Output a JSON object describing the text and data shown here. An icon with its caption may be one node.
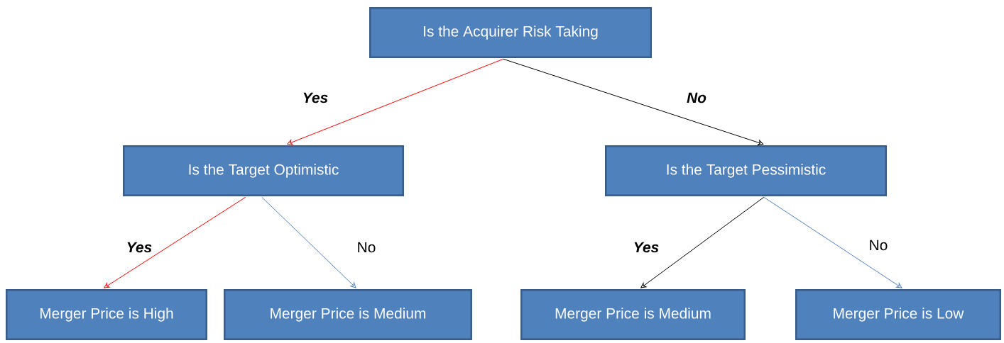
{
  "diagram": {
    "nodes": [
      {
        "text": [
          "Is the Acquirer Risk Taking"
        ]
      },
      {
        "text": [
          "Is the Target Optimistic"
        ]
      },
      {
        "text": [
          "Is the Target Pessimistic"
        ]
      },
      {
        "text": [
          "Merger Price is High"
        ]
      },
      {
        "text": [
          "Merger Price is Medium"
        ]
      },
      {
        "text": [
          "Merger Price is Medium"
        ]
      },
      {
        "text": [
          "Merger Price is Low"
        ]
      }
    ],
    "edges": [
      {
        "from": 0,
        "to": 1,
        "arrow": "to",
        "label": "Yes",
        "color": "#ff0000"
      },
      {
        "from": 0,
        "to": 2,
        "arrow": "to",
        "label": "No",
        "color": "#000000"
      },
      {
        "from": 1,
        "to": 3,
        "arrow": "to",
        "label": "Yes",
        "color": "#ff0000"
      },
      {
        "from": 1,
        "to": 4,
        "arrow": "to",
        "label": "No",
        "color": "#4f81bd"
      },
      {
        "from": 2,
        "to": 5,
        "arrow": "to",
        "label": "Yes",
        "color": "#000000"
      },
      {
        "from": 2,
        "to": 6,
        "arrow": "to",
        "label": "No",
        "color": "#4f81bd"
      }
    ]
  }
}
